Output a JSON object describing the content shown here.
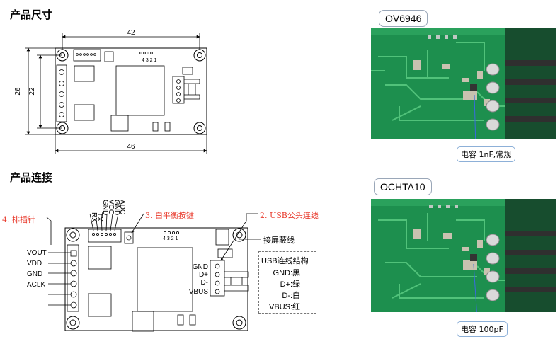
{
  "headings": {
    "size": "产品尺寸",
    "connection": "产品连接"
  },
  "dimensions": {
    "top": "42",
    "bottom": "46",
    "left_outer": "26",
    "left_inner": "22",
    "pins": "4 3 2 1"
  },
  "connection": {
    "top_pins": [
      "RX",
      "TX",
      "GND",
      "VCC",
      "GND",
      "ADC"
    ],
    "left_pins": [
      "VOUT",
      "VDD",
      "GND",
      "ACLK"
    ],
    "usb_pins": [
      "GND",
      "D+",
      "D-",
      "VBUS"
    ],
    "callout_pin_header": "4. 排插针",
    "callout_button": "3. 白平衡按键",
    "callout_usb": "2. USB公头连线",
    "shield": "接屏蔽线",
    "pins_label": "4 3 2 1",
    "usb_box": {
      "title": "USB连线结构",
      "rows": [
        {
          "pin": "GND",
          "color": ":黑"
        },
        {
          "pin": "D+",
          "color": ":绿"
        },
        {
          "pin": "D-",
          "color": ":白"
        },
        {
          "pin": "VBUS",
          "color": ":红"
        }
      ]
    }
  },
  "photos": [
    {
      "label": "OV6946",
      "callout": "电容 1nF,常规"
    },
    {
      "label": "OCHTA10",
      "callout": "电容 100pF"
    }
  ],
  "colors": {
    "callout_red": "#e8382a",
    "pcb_green": "#1d8f4e",
    "dim_line": "#000000"
  }
}
